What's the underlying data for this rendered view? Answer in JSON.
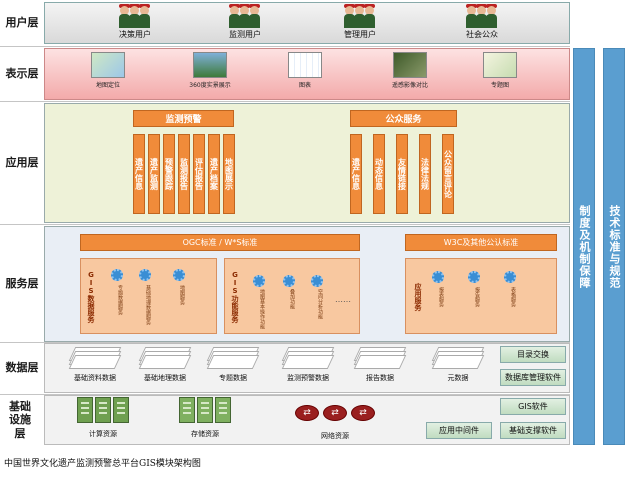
{
  "layers": {
    "user": "用户层",
    "presentation": "表示层",
    "application": "应用层",
    "service": "服务层",
    "data": "数据层",
    "infrastructure": "基础设施层"
  },
  "users": [
    "决策用户",
    "监测用户",
    "管理用户",
    "社会公众"
  ],
  "presentation": [
    "地图定位",
    "360度实景展示",
    "图表",
    "遥感影像对比",
    "专题图"
  ],
  "application": {
    "monitor_warning": {
      "title": "监测预警",
      "items": [
        "遗产信息",
        "遗产监测",
        "预警跟踪",
        "监测报告",
        "评估报告",
        "遗产档案",
        "地图展示"
      ]
    },
    "public_service": {
      "title": "公众服务",
      "items": [
        "遗产信息",
        "动态信息",
        "友情链接",
        "法律法规",
        "公众留言评论"
      ]
    }
  },
  "service": {
    "ogc_bar": "OGC标准 / W*S标准",
    "w3c_bar": "W3C及其他公认标准",
    "gis_data": {
      "title": "GIS数据服务",
      "items": [
        "专题数据服务",
        "基础地理数据服务",
        "地图服务"
      ]
    },
    "gis_function": {
      "title": "GIS功能服务",
      "items": [
        "地图基本操作功能",
        "叠加功能",
        "空间分析功能"
      ],
      "more": "……"
    },
    "application_service": {
      "title": "应用服务",
      "items": [
        "报表服务",
        "报告服务",
        "表格服务"
      ]
    }
  },
  "data": {
    "items": [
      "基础资料数据",
      "基础地理数据",
      "专题数据",
      "监测预警数据",
      "报告数据",
      "元数据"
    ],
    "buttons": [
      "目录交换",
      "数据库管理软件"
    ]
  },
  "infrastructure": {
    "items": [
      "计算资源",
      "存储资源",
      "网络资源"
    ],
    "buttons": [
      "GIS软件",
      "应用中间件",
      "基础支撑软件"
    ]
  },
  "side": {
    "guarantee": "制度及机制保障",
    "standards": "技术标准与规范"
  },
  "caption": "中国世界文化遗产监测预警总平台GIS模块架构图"
}
